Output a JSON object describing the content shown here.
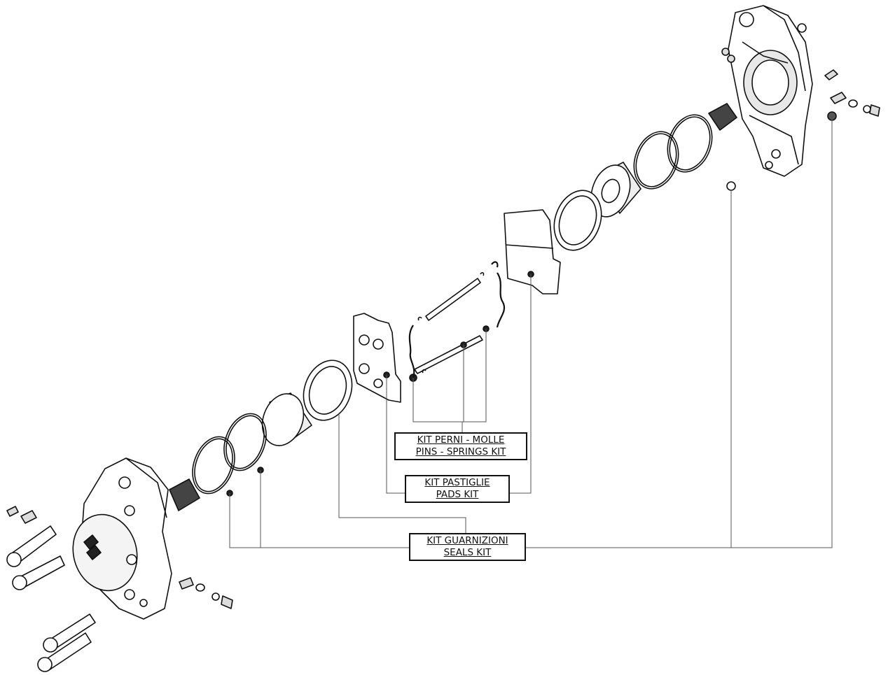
{
  "kits": {
    "pins_springs": {
      "line1": "KIT PERNI - MOLLE",
      "line2": "PINS - SPRINGS KIT"
    },
    "pads": {
      "line1": "KIT PASTIGLIE",
      "line2": "PADS KIT"
    },
    "seals": {
      "line1": "KIT GUARNIZIONI",
      "line2": "SEALS KIT"
    }
  },
  "colors": {
    "line": "#111111",
    "leader": "#555555",
    "fill": "#ffffff",
    "shade": "#cfcfcf"
  }
}
